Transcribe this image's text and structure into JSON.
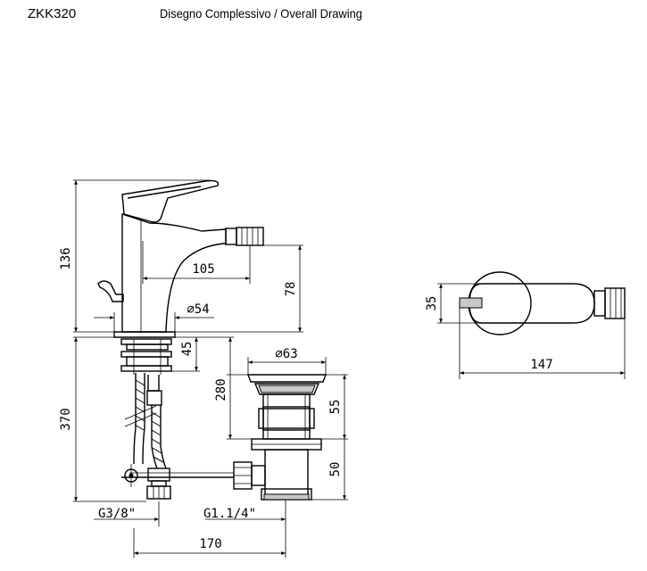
{
  "header": {
    "code": "ZKK320",
    "title": "Disegno Complessivo / Overall Drawing"
  },
  "dimensions": {
    "height_total": "136",
    "spout_reach": "105",
    "spout_height": "78",
    "base_diameter": "⌀54",
    "shank_45": "45",
    "below_deck": "370",
    "waste_diameter": "⌀63",
    "waste_height": "280",
    "waste_55": "55",
    "waste_50": "50",
    "thread_supply": "G3/8\"",
    "thread_waste": "G1.1/4\"",
    "spacing_170": "170",
    "top_view_35": "35",
    "top_view_147": "147"
  }
}
